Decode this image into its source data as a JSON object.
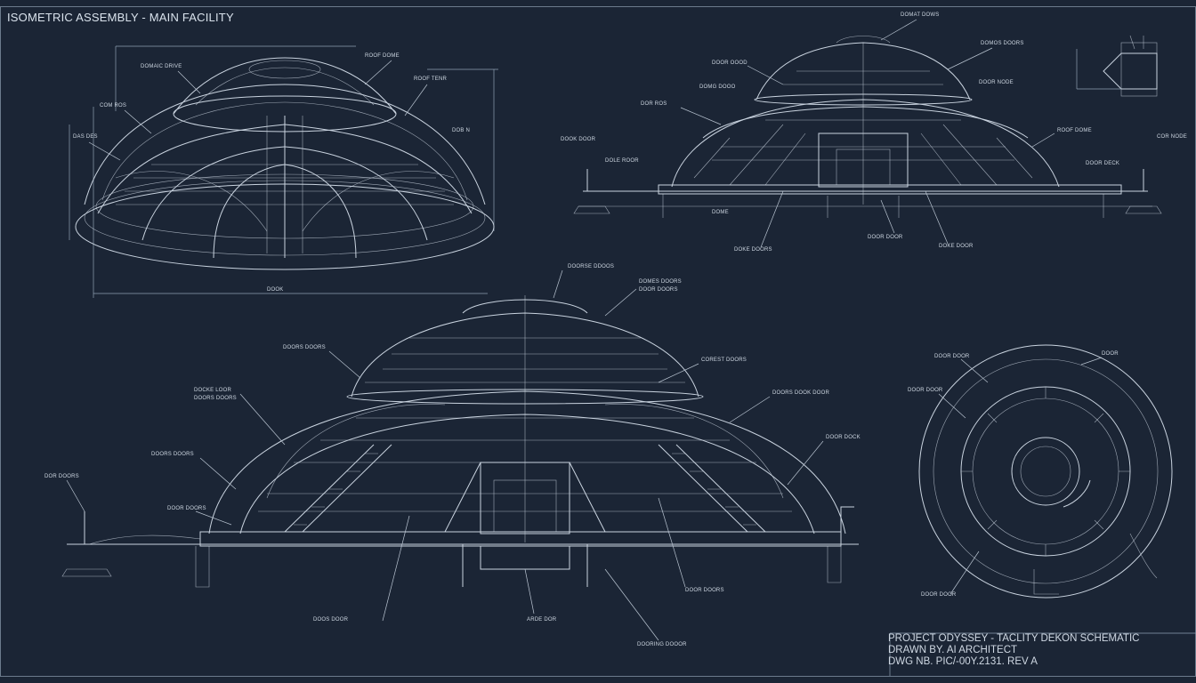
{
  "sheet": {
    "frame_title": "ISOMETRIC ASSEMBLY - MAIN FACILITY",
    "colors": {
      "background": "#1b2535",
      "line": "#c9d3df",
      "dim_line": "#8fa0b3",
      "text": "#d9e2ec"
    }
  },
  "title_block": {
    "project": "PROJECT ODYSSEY - TACLITY DEKON SCHEMATIC",
    "drawn_by": "DRAWN BY. AI ARCHITECT",
    "dwg": "DWG NB. PIC/-00Y.2131. REV A"
  },
  "views": {
    "isometric": {
      "labels": [
        "DOMAIC DRIVE",
        "ROOF DOME",
        "COM ROS",
        "DAS DES",
        "ROOF TENR",
        "DOB N",
        "DOOK"
      ]
    },
    "section_top": {
      "labels": [
        "DOMAT DOWS",
        "DOMOS DOORS",
        "DOOR OOOD",
        "DOMG DOOO",
        "DOR ROS",
        "DOOR NODE",
        "ROOF DOME",
        "DOOR DECK",
        "COR NODE",
        "DOOK DOOR",
        "DOLE ROOR",
        "DOME",
        "DOKE DOORS",
        "DOKE DOOR"
      ]
    },
    "section_main": {
      "labels": [
        "DOORSE DDOOS",
        "DOMES DOORS",
        "DOOR DOORS",
        "DOORS DOORS",
        "DOCKE LOOR",
        "DOORS DOORS",
        "COREST DOORS",
        "DOORS DOOK DOOR",
        "DOOR DOCK",
        "DOORS DOORS",
        "DOR DOORS",
        "DOOR DOORS",
        "DOOR DOORS",
        "ARDE DOR",
        "DOORING DOOOR"
      ]
    },
    "plan_circle": {
      "labels": [
        "DOOR DOOR",
        "DOOR",
        "DOOR DOOR",
        "DOOR DOOR",
        "DOOS DOOR"
      ]
    },
    "detail": {
      "labels": [
        "DOOR DOOR"
      ]
    }
  }
}
